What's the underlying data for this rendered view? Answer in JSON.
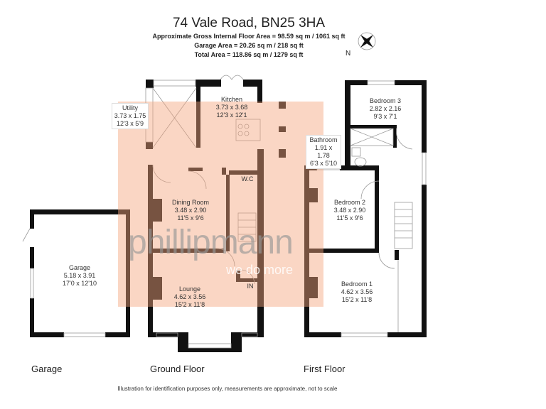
{
  "header": {
    "title": "74 Vale Road, BN25 3HA",
    "gross_area": "Approximate Gross Internal Floor Area = 98.59 sq m / 1061 sq ft",
    "garage_area": "Garage Area = 20.26 sq m / 218 sq ft",
    "total_area": "Total Area = 118.86 sq m / 1279 sq ft"
  },
  "compass": {
    "label": "N"
  },
  "rooms": {
    "utility": {
      "name": "Utility",
      "metric": "3.73 x 1.75",
      "imperial": "12'3 x 5'9"
    },
    "kitchen": {
      "name": "Kitchen",
      "metric": "3.73 x 3.68",
      "imperial": "12'3 x 12'1"
    },
    "wc": {
      "name": "W.C"
    },
    "dining": {
      "name": "Dining Room",
      "metric": "3.48 x 2.90",
      "imperial": "11'5 x 9'6"
    },
    "lounge": {
      "name": "Lounge",
      "metric": "4.62 x 3.56",
      "imperial": "15'2 x 11'8"
    },
    "garage": {
      "name": "Garage",
      "metric": "5.18 x 3.91",
      "imperial": "17'0 x 12'10"
    },
    "bathroom": {
      "name": "Bathroom",
      "metric": "1.91 x 1.78",
      "imperial": "6'3 x 5'10"
    },
    "bedroom3": {
      "name": "Bedroom 3",
      "metric": "2.82 x 2.16",
      "imperial": "9'3 x 7'1"
    },
    "bedroom2": {
      "name": "Bedroom 2",
      "metric": "3.48 x 2.90",
      "imperial": "11'5 x 9'6"
    },
    "bedroom1": {
      "name": "Bedroom 1",
      "metric": "4.62 x 3.56",
      "imperial": "15'2 x 11'8"
    }
  },
  "entrance": "IN",
  "floors": {
    "garage": "Garage",
    "ground": "Ground Floor",
    "first": "First Floor"
  },
  "watermark": {
    "brand": "phillipmann",
    "tagline": "we do more"
  },
  "footer": "Illustration for identification purposes only, measurements are approximate, not to scale",
  "colors": {
    "wall": "#111111",
    "overlay": "#f5a57d"
  }
}
